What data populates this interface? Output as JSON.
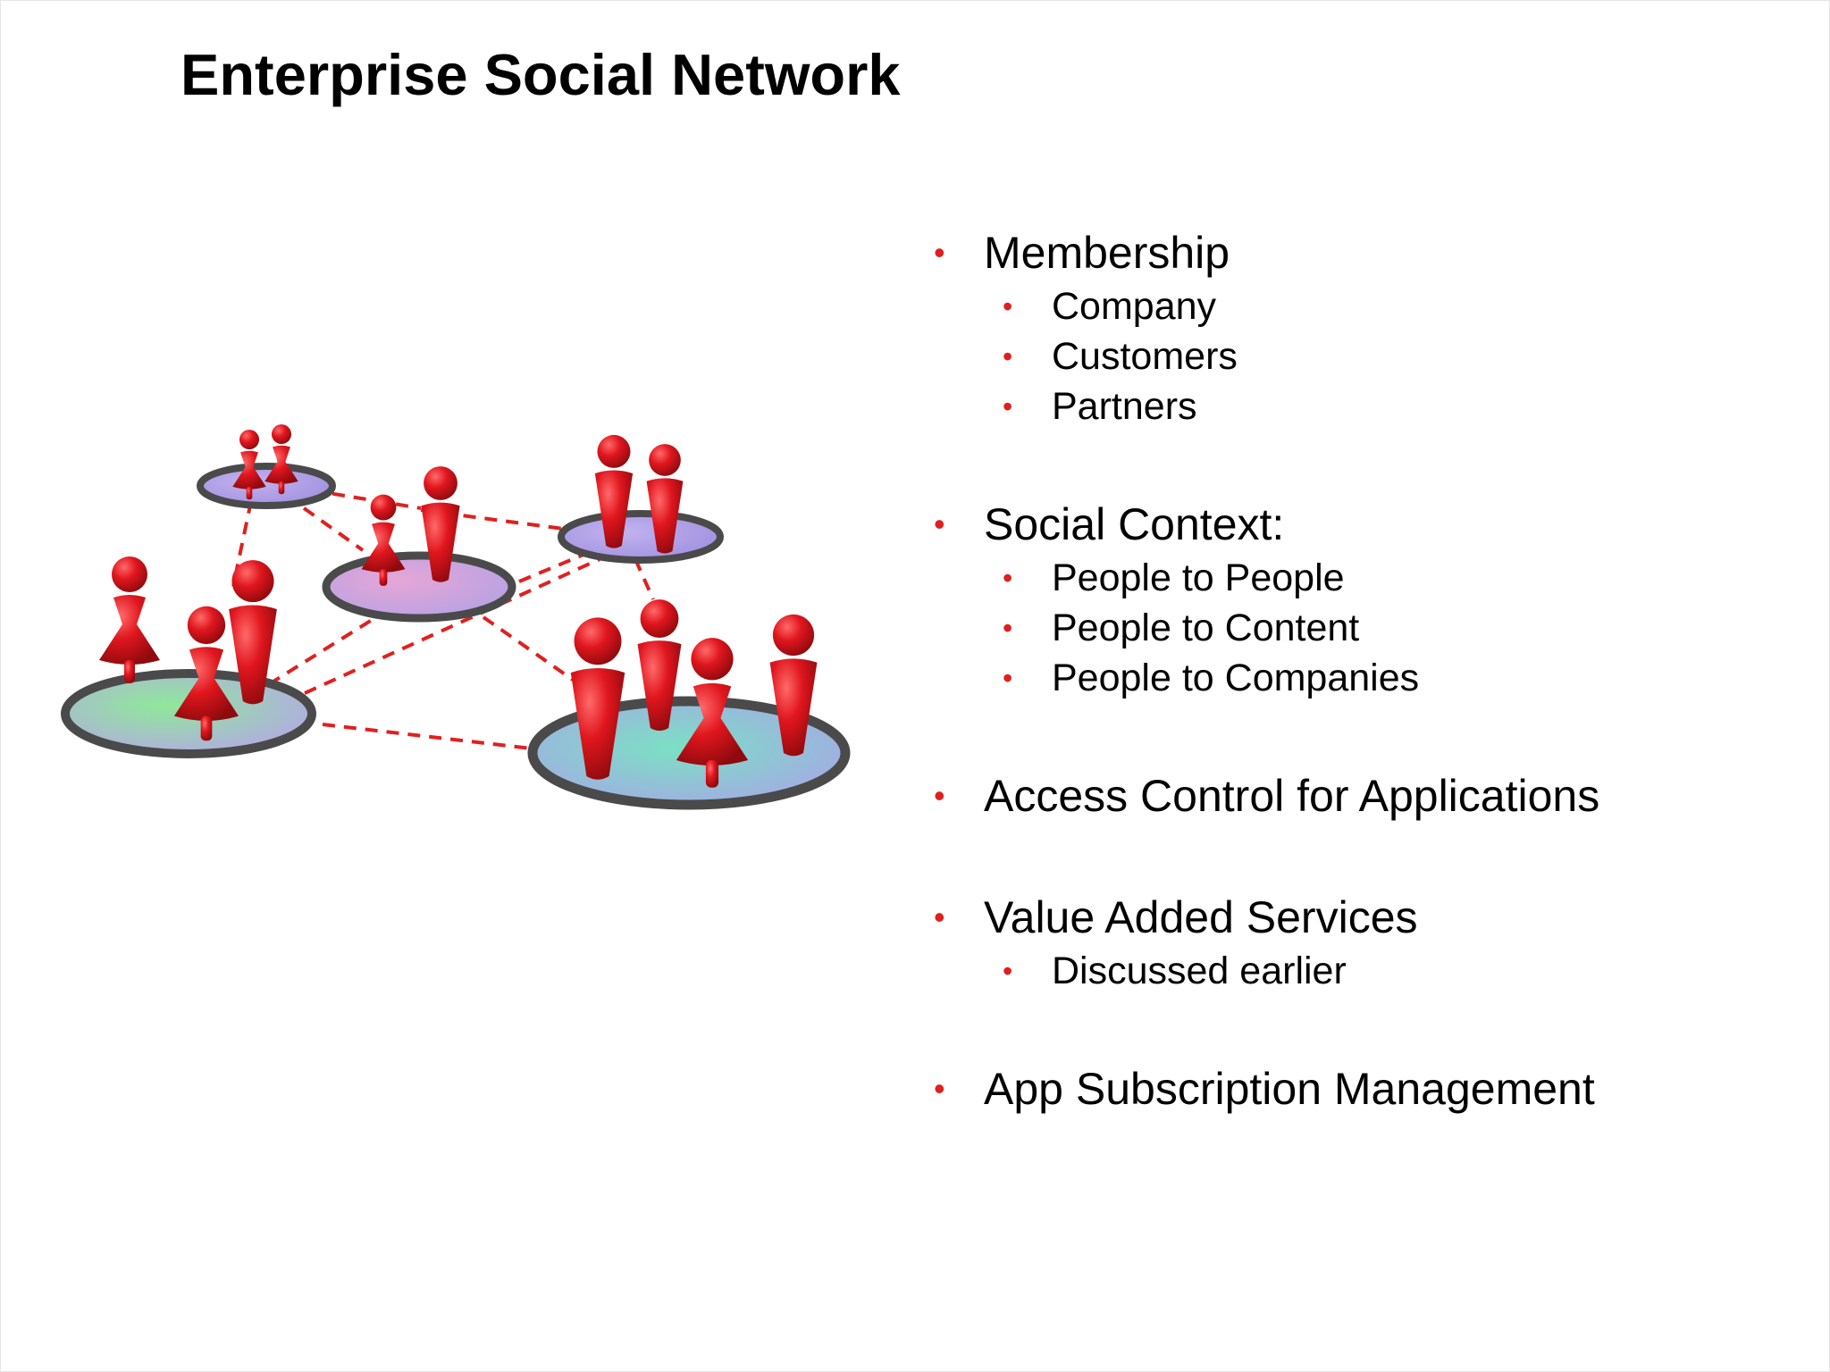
{
  "slide": {
    "title": "Enterprise Social Network"
  },
  "colors": {
    "bullet": "#e01f1f",
    "figure": "#d7141c",
    "link": "#e02020"
  },
  "bullets": [
    {
      "label": "Membership",
      "children": [
        "Company",
        "Customers",
        "Partners"
      ]
    },
    {
      "label": "Social Context:",
      "children": [
        "People to People",
        "People to Content",
        "People to Companies"
      ]
    },
    {
      "label": "Access Control for Applications",
      "children": []
    },
    {
      "label": "Value Added Services",
      "children": [
        "Discussed earlier"
      ]
    },
    {
      "label": "App Subscription Management",
      "children": []
    }
  ],
  "illustration": {
    "icon": "social-network-figures-icon"
  }
}
